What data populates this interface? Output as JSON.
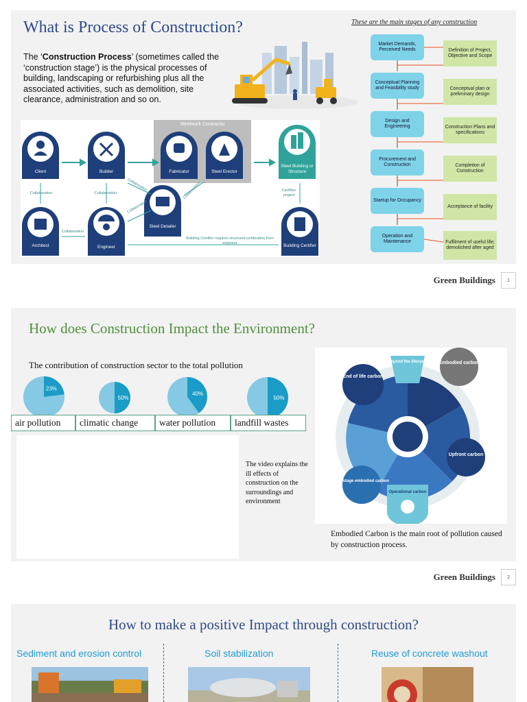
{
  "slide1": {
    "title": "What is Process of Construction?",
    "para_intro": "The ‘",
    "para_bold": "Construction Process",
    "para_rest": "’ (sometimes called the ‘construction stage’) is the physical processes of building, landscaping or refurbishing plus all the associated activities, such as demolition, site clearance, administration and so on.",
    "flow_heading": "These are the main stages of any construction",
    "stages": [
      "Market Demands, Perceived Needs",
      "Conceptual Planning and Feasibility study",
      "Design and Engineering",
      "Procurement and Construction",
      "Startup for Occupancy",
      "Operation and Maintenance"
    ],
    "outcomes": [
      "Definition of Project, Objective and Scope",
      "Conceptual plan or preliminary design",
      "Construction Plans and specifications",
      "Completion of Construction",
      "Acceptance of facility",
      "Fulfilment of useful life; demolished after aged"
    ],
    "diagram": {
      "contractor": "Steelwork Contractor",
      "client": "Client",
      "builder": "Builder",
      "fabricator": "Fabricator",
      "erector": "Steel Erector",
      "steel_building": "Steel Building or Structure",
      "architect": "Architect",
      "engineer": "Engineer",
      "detailer": "Steel Detailer",
      "certifier": "Building Certifier",
      "collab": "Collaboration",
      "certifies": "Certifies project",
      "certifier_note": "Building Certifier requires structural certification from engineer"
    },
    "footer": {
      "name": "Green Buildings",
      "page": "1"
    }
  },
  "slide2": {
    "title": "How does Construction Impact the Environment?",
    "subtitle": "The contribution of construction sector to the total pollution",
    "video_text": "The video explains the ill effects of construction on the surroundings and environment",
    "caption": "Embodied Carbon is the main root of pollution caused by construction process.",
    "carbon": {
      "beyond": "Beyond the lifecycle",
      "embodied": "Embodied carbon",
      "end_of_life": "End of life carbon",
      "upfront": "Upfront carbon",
      "use_stage": "Use stage embodied carbon",
      "operational": "Operational carbon"
    },
    "footer": {
      "name": "Green Buildings",
      "page": "2"
    }
  },
  "chart_data": {
    "type": "pie",
    "series": [
      {
        "name": "air pollution",
        "values": [
          23,
          77
        ],
        "label": "23%"
      },
      {
        "name": "climatic change",
        "values": [
          50,
          50
        ],
        "label": "50%"
      },
      {
        "name": "water pollution",
        "values": [
          40,
          60
        ],
        "label": "40%"
      },
      {
        "name": "landfill wastes",
        "values": [
          50,
          50
        ],
        "label": "50%"
      }
    ],
    "colors": {
      "highlight": "#1a9cc7",
      "rest": "#86c9e4"
    }
  },
  "slide3": {
    "title": "How to make a positive Impact through construction?",
    "columns": [
      "Sediment and erosion control",
      "Soil stabilization",
      "Reuse of concrete washout"
    ]
  }
}
